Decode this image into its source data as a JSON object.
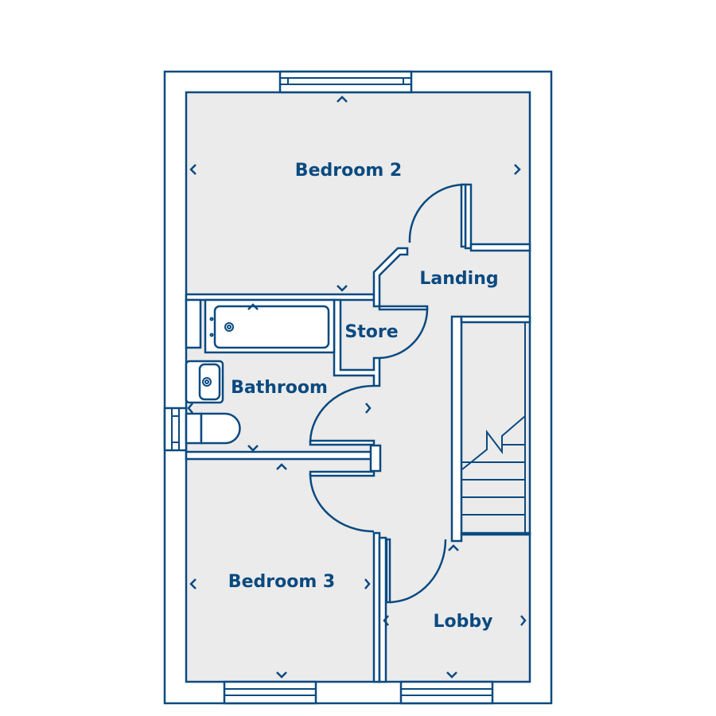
{
  "plan": {
    "rooms": {
      "bedroom2": "Bedroom 2",
      "landing": "Landing",
      "store": "Store",
      "bathroom": "Bathroom",
      "bedroom3": "Bedroom 3",
      "lobby": "Lobby"
    },
    "colors": {
      "line": "#0b4a80",
      "floor": "#ebebeb",
      "wall": "#ffffff"
    }
  }
}
